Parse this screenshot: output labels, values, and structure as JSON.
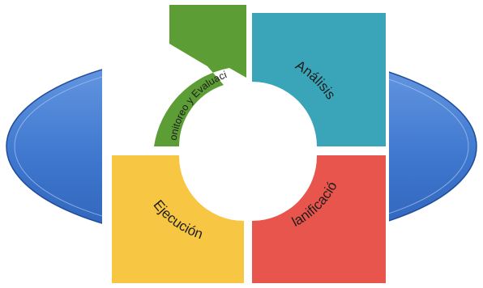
{
  "diagram": {
    "segments": [
      {
        "id": "analisis",
        "label": "Análisis",
        "color": "#3aa5b8"
      },
      {
        "id": "planificacion",
        "label": "Planificación",
        "color": "#e8554c"
      },
      {
        "id": "ejecucion",
        "label": "Ejecución",
        "color": "#f7c743"
      },
      {
        "id": "monitoreo",
        "label": "Monitoreo y Evaluación",
        "color": "#5c9e35"
      }
    ],
    "background_ellipse_color": "#4a7fd0"
  }
}
